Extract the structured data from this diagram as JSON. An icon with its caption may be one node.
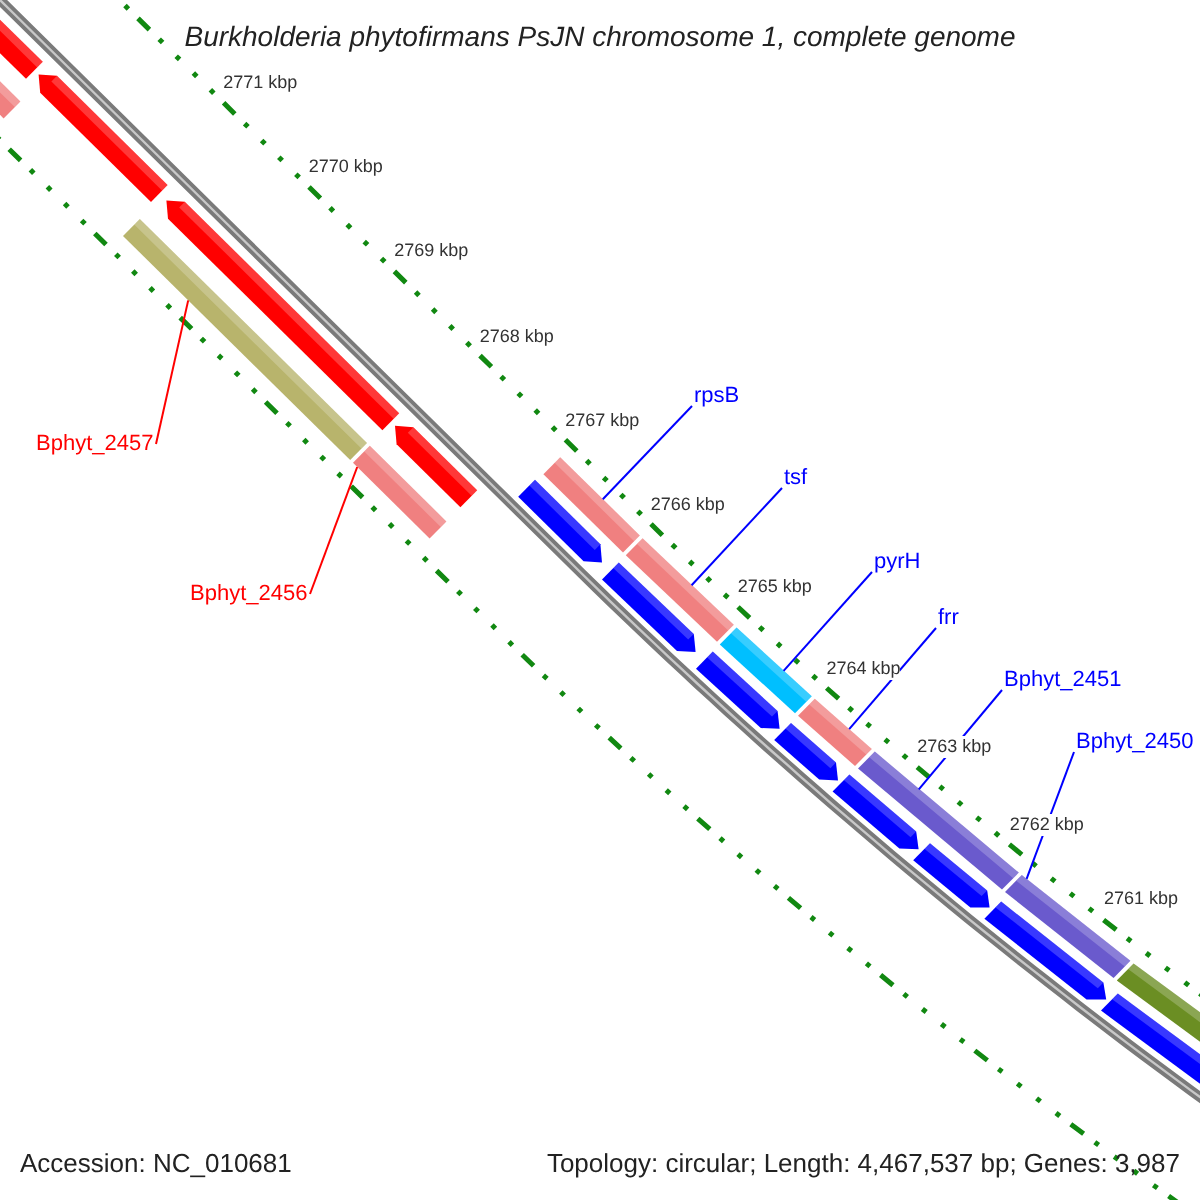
{
  "diagram": {
    "title": "Burkholderia phytofirmans PsJN chromosome 1, complete genome",
    "nodes": [
      {
        "text": [
          "Bphyt_2457"
        ]
      },
      {
        "text": [],
        "shape": "bar"
      },
      {
        "text": [
          "Bphyt_2456"
        ]
      },
      {
        "text": [],
        "shape": "bar"
      },
      {
        "text": [
          "rpsB"
        ]
      },
      {
        "text": [],
        "shape": "bar"
      },
      {
        "text": [
          "tsf"
        ]
      },
      {
        "text": [],
        "shape": "bar"
      },
      {
        "text": [
          "pyrH"
        ]
      },
      {
        "text": [],
        "shape": "bar"
      },
      {
        "text": [
          "frr"
        ]
      },
      {
        "text": [],
        "shape": "bar"
      },
      {
        "text": [
          "Bphyt_2451"
        ]
      },
      {
        "text": [],
        "shape": "bar"
      },
      {
        "text": [
          "Bphyt_2450"
        ]
      },
      {
        "text": [],
        "shape": "bar"
      }
    ],
    "edges": [
      {
        "from": 0,
        "to": 1,
        "arrow": "none",
        "color": "#ff0000"
      },
      {
        "from": 2,
        "to": 3,
        "arrow": "none",
        "color": "#ff0000"
      },
      {
        "from": 4,
        "to": 5,
        "arrow": "none"
      },
      {
        "from": 6,
        "to": 7,
        "arrow": "none"
      },
      {
        "from": 8,
        "to": 9,
        "arrow": "none"
      },
      {
        "from": 10,
        "to": 11,
        "arrow": "none"
      },
      {
        "from": 12,
        "to": 13,
        "arrow": "none"
      },
      {
        "from": 14,
        "to": 15,
        "arrow": "none"
      }
    ],
    "labels": [
      "2771 kbp",
      "2770 kbp",
      "2769 kbp",
      "2768 kbp",
      "2767 kbp",
      "2766 kbp",
      "2765 kbp",
      "2764 kbp",
      "2763 kbp",
      "2762 kbp",
      "2761 kbp",
      "Accession: NC_010681",
      "Topology: circular; Length: 4,467,537 bp; Genes: 3,987"
    ]
  }
}
